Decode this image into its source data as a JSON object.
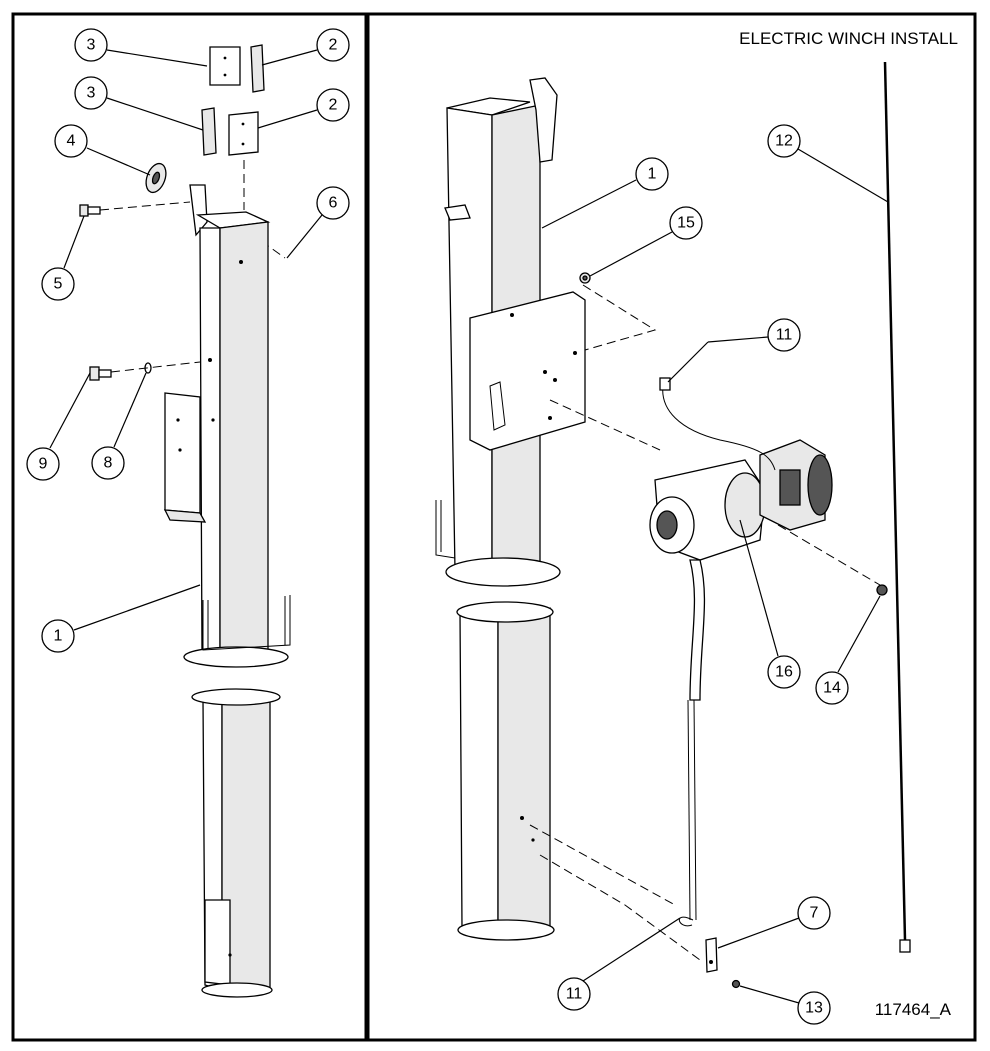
{
  "title": "ELECTRIC WINCH INSTALL",
  "drawing_number": "117464_A",
  "left_view": {
    "balloons": [
      "3",
      "2",
      "3",
      "2",
      "4",
      "6",
      "5",
      "9",
      "8",
      "1"
    ]
  },
  "right_view": {
    "balloons": [
      "1",
      "15",
      "11",
      "12",
      "16",
      "14",
      "7",
      "11",
      "13"
    ]
  }
}
